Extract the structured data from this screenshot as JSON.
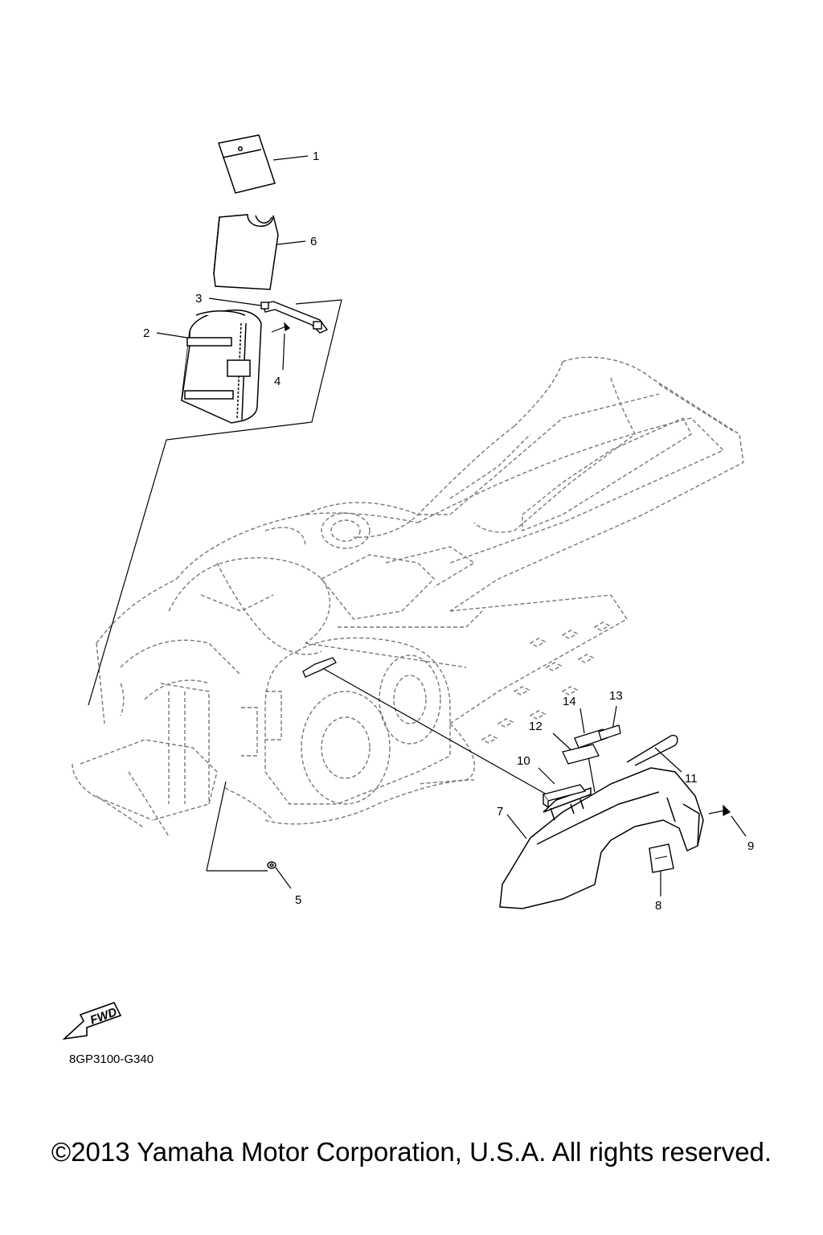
{
  "callouts": {
    "c1": "1",
    "c2": "2",
    "c3": "3",
    "c4": "4",
    "c5": "5",
    "c6": "6",
    "c7": "7",
    "c8": "8",
    "c9": "9",
    "c10": "10",
    "c11": "11",
    "c12": "12",
    "c13": "13",
    "c14": "14"
  },
  "fwd_label": "FWD",
  "diagram_code": "8GP3100-G340",
  "copyright": "©2013 Yamaha Motor Corporation, U.S.A. All rights reserved.",
  "colors": {
    "line": "#000000",
    "ghost": "#777777",
    "background": "#ffffff"
  }
}
